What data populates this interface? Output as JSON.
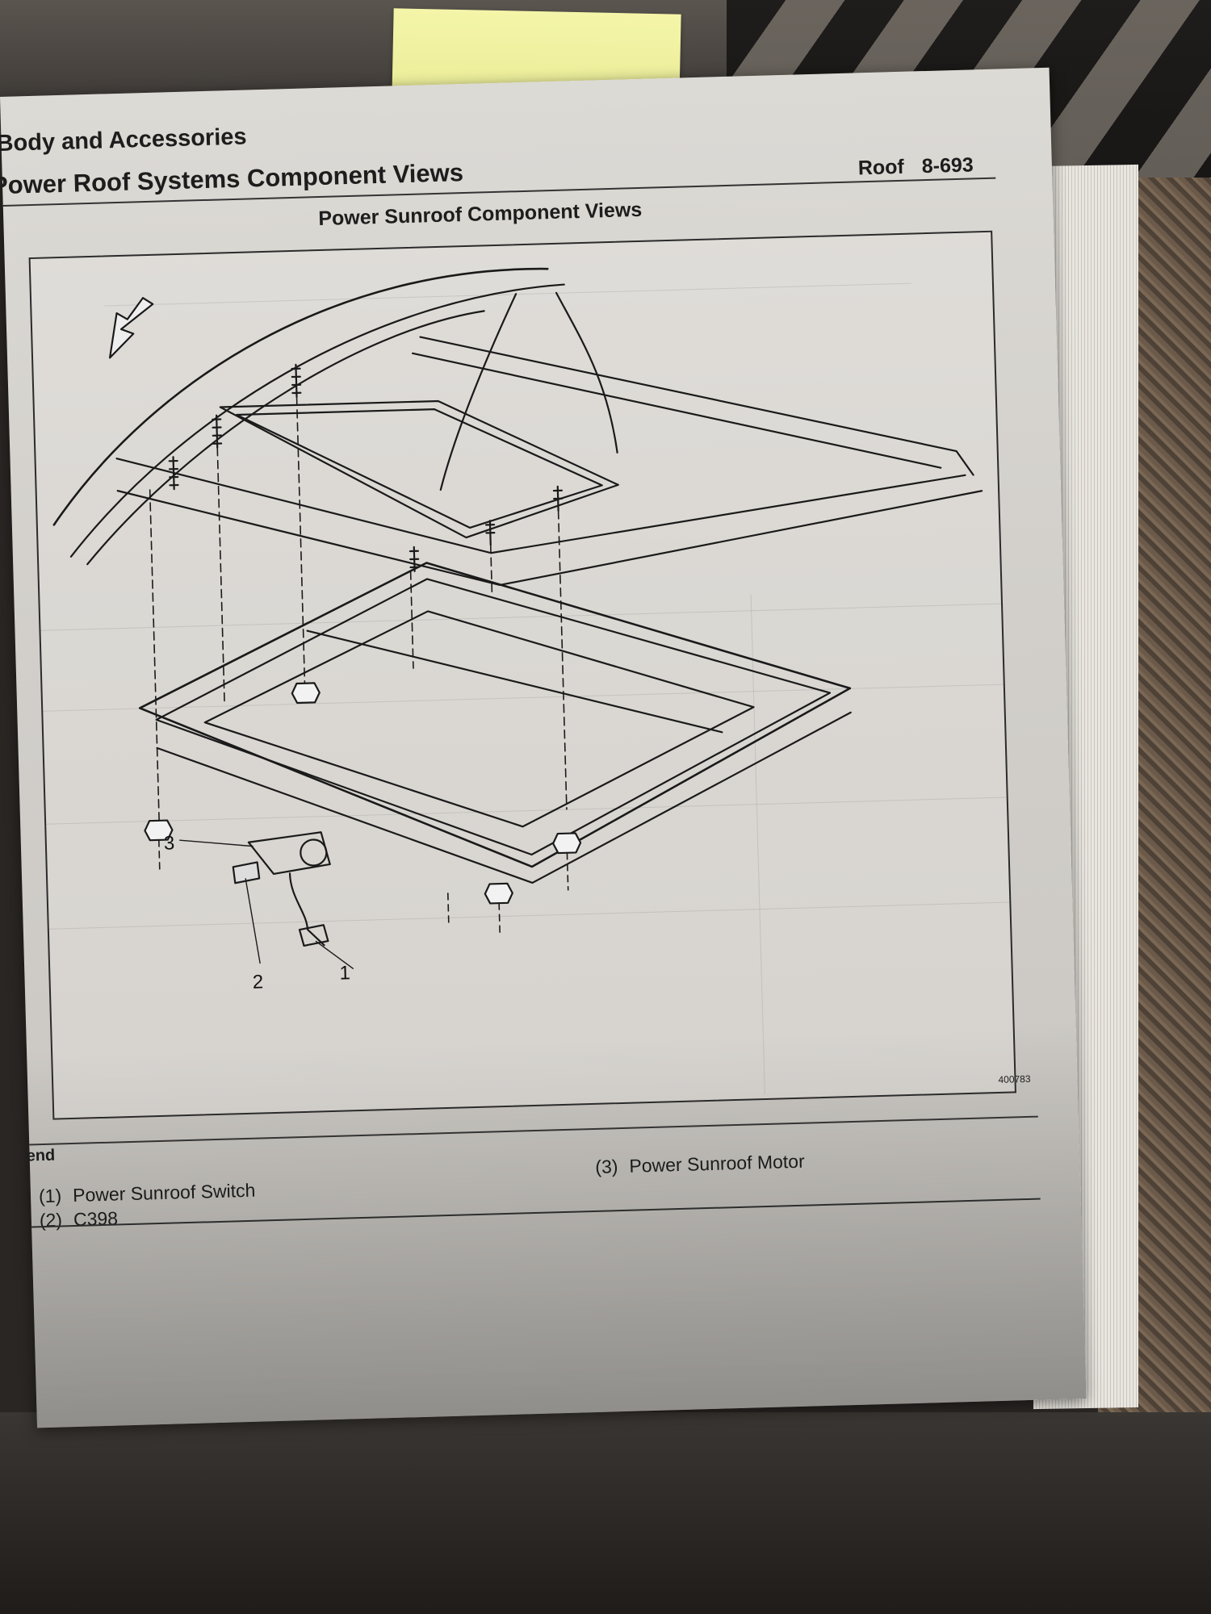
{
  "header": {
    "section": "Body and Accessories",
    "subsection": "Power Roof Systems Component Views",
    "chapter": "Roof",
    "page_number": "8-693"
  },
  "figure": {
    "title": "Power Sunroof Component Views",
    "figure_number": "400783",
    "callouts": [
      "1",
      "2",
      "3"
    ]
  },
  "legend": {
    "title": "end",
    "items": [
      {
        "num": "(1)",
        "label": "Power Sunroof Switch"
      },
      {
        "num": "(2)",
        "label": "C398"
      },
      {
        "num": "(3)",
        "label": "Power Sunroof Motor"
      }
    ]
  },
  "colors": {
    "paper": "#d2cfca",
    "ink": "#1d1d1d",
    "sticky_note": "#eef09c"
  }
}
